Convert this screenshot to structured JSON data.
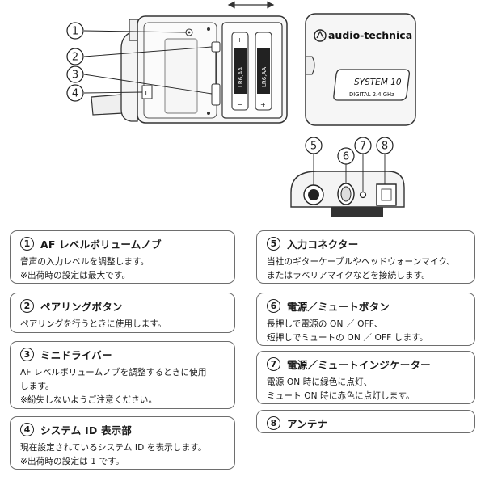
{
  "product": {
    "brand_logo": "audio-technica",
    "model_logo": "SYSTEM 10",
    "model_sub": "DIGITAL 2.4 GHz",
    "battery_label": "LR6,AA"
  },
  "callout_numbers": [
    "1",
    "2",
    "3",
    "4",
    "5",
    "6",
    "7",
    "8"
  ],
  "cards": [
    {
      "num": "1",
      "title": "AF レベルボリュームノブ",
      "lines": [
        "音声の入力レベルを調整します。",
        "※出荷時の設定は最大です。"
      ]
    },
    {
      "num": "2",
      "title": "ペアリングボタン",
      "lines": [
        "ペアリングを行うときに使用します。"
      ]
    },
    {
      "num": "3",
      "title": "ミニドライバー",
      "lines": [
        "AF レベルボリュームノブを調整するときに使用",
        "します。",
        "※紛失しないようご注意ください。"
      ]
    },
    {
      "num": "4",
      "title": "システム ID 表示部",
      "lines": [
        "現在設定されているシステム ID を表示します。",
        "※出荷時の設定は 1 です。"
      ]
    },
    {
      "num": "5",
      "title": "入力コネクター",
      "lines": [
        "当社のギターケーブルやヘッドウォーンマイク、",
        "またはラベリアマイクなどを接続します。"
      ]
    },
    {
      "num": "6",
      "title": "電源／ミュートボタン",
      "lines": [
        "長押しで電源の ON ／ OFF、",
        "短押しでミュートの ON ／ OFF します。"
      ]
    },
    {
      "num": "7",
      "title": "電源／ミュートインジケーター",
      "lines": [
        "電源 ON 時に緑色に点灯、",
        "ミュート ON 時に赤色に点灯します。"
      ]
    },
    {
      "num": "8",
      "title": "アンテナ",
      "lines": []
    }
  ]
}
